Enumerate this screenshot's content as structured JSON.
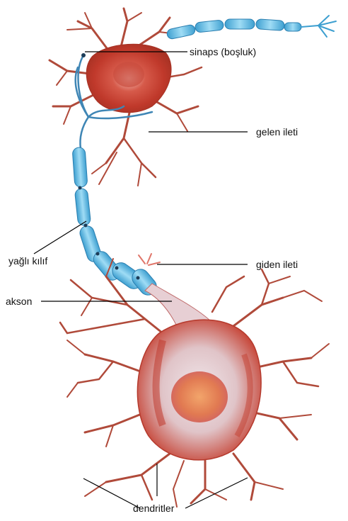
{
  "labels": {
    "synapse": "sinaps (boşluk)",
    "incoming": "gelen ileti",
    "myelin": "yağlı kılıf",
    "outgoing": "giden ileti",
    "axon": "akson",
    "dendrites": "dendritler"
  },
  "colors": {
    "neuron_red": "#c0392b",
    "neuron_light": "#e8b4b4",
    "myelin_blue": "#5fb8e0",
    "dendrite": "#b04a3a",
    "leader_line": "#000000"
  }
}
